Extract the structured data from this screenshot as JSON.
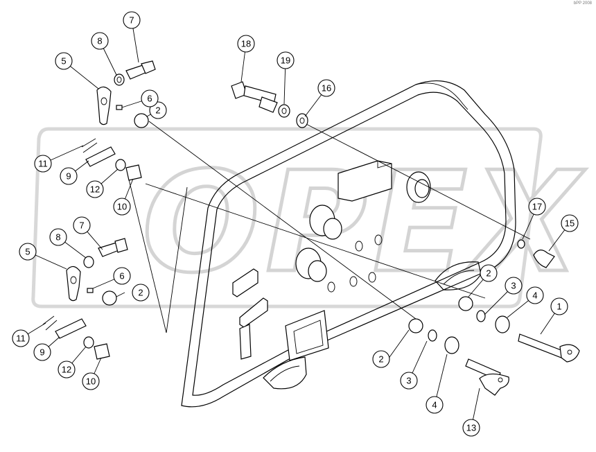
{
  "corner_code": "bPP 2008",
  "watermark": {
    "text": "OPEX"
  },
  "callouts": [
    {
      "label": "1"
    },
    {
      "label": "2"
    },
    {
      "label": "2"
    },
    {
      "label": "2"
    },
    {
      "label": "2"
    },
    {
      "label": "3"
    },
    {
      "label": "3"
    },
    {
      "label": "4"
    },
    {
      "label": "4"
    },
    {
      "label": "5"
    },
    {
      "label": "5"
    },
    {
      "label": "6"
    },
    {
      "label": "6"
    },
    {
      "label": "7"
    },
    {
      "label": "7"
    },
    {
      "label": "8"
    },
    {
      "label": "8"
    },
    {
      "label": "9"
    },
    {
      "label": "9"
    },
    {
      "label": "10"
    },
    {
      "label": "10"
    },
    {
      "label": "11"
    },
    {
      "label": "11"
    },
    {
      "label": "12"
    },
    {
      "label": "12"
    },
    {
      "label": "13"
    },
    {
      "label": "15"
    },
    {
      "label": "16"
    },
    {
      "label": "17"
    },
    {
      "label": "18"
    },
    {
      "label": "19"
    }
  ]
}
